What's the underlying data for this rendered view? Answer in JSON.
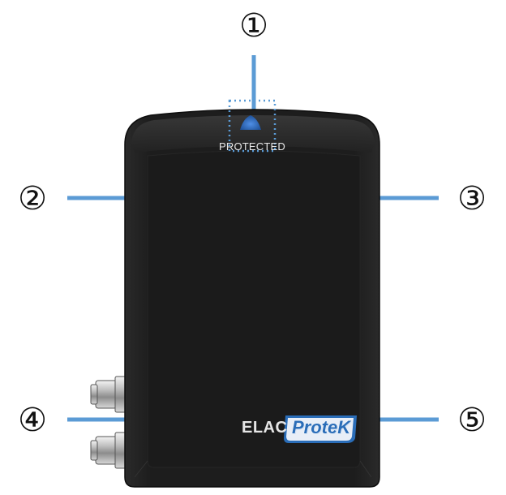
{
  "device": {
    "status_label": "PROTECTED",
    "brand_name": "ELAC",
    "product_name": "ProteK"
  },
  "callouts": [
    {
      "number": "1",
      "label": "①"
    },
    {
      "number": "2",
      "label": "②"
    },
    {
      "number": "3",
      "label": "③"
    },
    {
      "number": "4",
      "label": "④"
    },
    {
      "number": "5",
      "label": "⑤"
    }
  ],
  "colors": {
    "leader_line": "#5b9bd5",
    "device_body": "#1e1e1e",
    "led": "#2e6fc7"
  }
}
